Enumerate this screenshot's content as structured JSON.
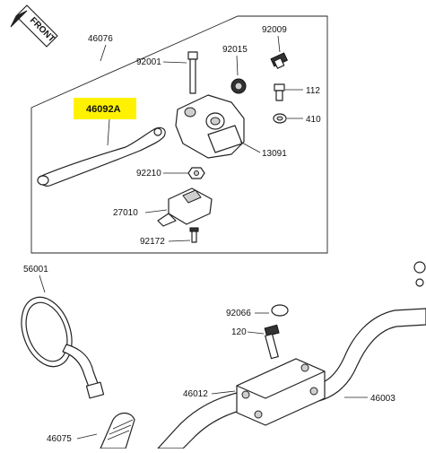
{
  "front_marker": {
    "text": "FRONT"
  },
  "highlight_color": "#fff200",
  "group": {
    "label": "46076"
  },
  "labels": {
    "p46092A": "46092A",
    "p92001": "92001",
    "p92015": "92015",
    "p92009": "92009",
    "p112": "112",
    "p410": "410",
    "p13091": "13091",
    "p92210": "92210",
    "p27010": "27010",
    "p92172": "92172",
    "p56001": "56001",
    "p92066": "92066",
    "p120": "120",
    "p46012": "46012",
    "p46003": "46003",
    "p46075": "46075"
  }
}
